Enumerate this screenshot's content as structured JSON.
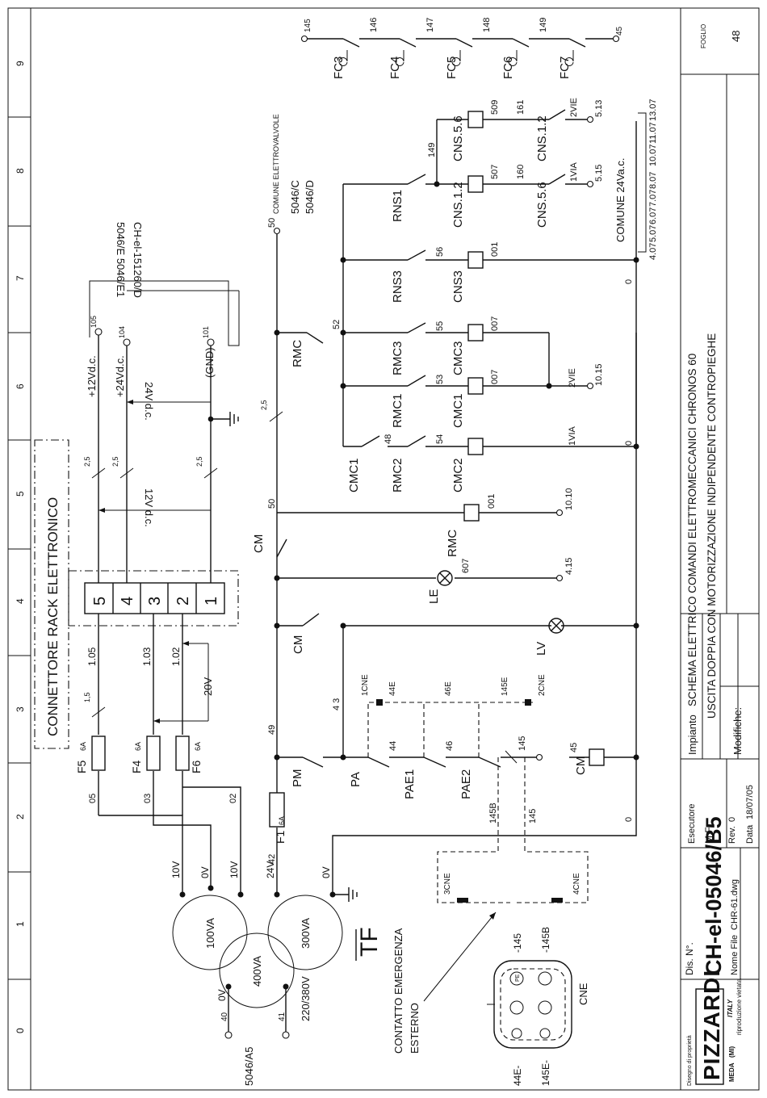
{
  "title_block": {
    "owner_label": "Disegno di proprietà",
    "brand": "PIZZARDI",
    "brand_city": "MEDA",
    "brand_prov": "(MI)",
    "brand_country": "ITALY",
    "copyright_note": "riproduzione vietata",
    "dis_label": "Dis. N°.",
    "drawing_number": "CH-el-05046/B5",
    "file_label": "Nome File",
    "file_name": "CHR-61.dwg",
    "esecutore_label": "Esecutore",
    "esecutore": "M.F.",
    "rev_label": "Rev.",
    "rev": "0",
    "data_label": "Data",
    "date": "18/07/05",
    "impianto_label": "Impianto",
    "description_1": "SCHEMA ELETTRICO COMANDI ELETTROMECCANICI CHRONOS 60",
    "description_2": "USCITA DOPPIA CON MOTORIZZAZIONE INDIPENDENTE CONTROPIEGHE",
    "modifiche_label": "Modifiche:",
    "foglio_label": "FOGLIO",
    "sheet": "48"
  },
  "grid_numbers": [
    "0",
    "1",
    "2",
    "3",
    "4",
    "5",
    "6",
    "7",
    "8",
    "9"
  ],
  "connector": {
    "title": "CONNETTORE RACK ELETTRONICO",
    "pins": [
      "5",
      "4",
      "3",
      "2",
      "1"
    ],
    "pin_wires": [
      "1.05",
      "1.03",
      "1.02"
    ],
    "sec_wire": "1,5"
  },
  "power_supply": {
    "v12": "+12Vd.c.",
    "v24": "+24Vd.c.",
    "gnd": "(GND)",
    "t105": "105",
    "t104": "104",
    "t101": "101",
    "dc24": "24V d.c.",
    "dc12": "12V d.c.",
    "s25": "2,5",
    "ref1": "CH-el-151260/D",
    "ref2": "5046/E 5046/E1",
    "v20": "20V"
  },
  "fuses": {
    "f5": "F5",
    "f4": "F4",
    "f6": "F6",
    "f1": "F1",
    "rating": "6A",
    "w05": "05",
    "w03": "03",
    "w02": "02"
  },
  "transformer": {
    "label": "TF",
    "va100": "100VA",
    "va400": "400VA",
    "va300": "300VA",
    "v10a": "10V",
    "v0a": "0V",
    "v10b": "10V",
    "v24": "24V",
    "v0b": "0V",
    "v0c": "0V",
    "mains": "220/380V",
    "t40": "40",
    "t41": "41",
    "ref": "5046/A5"
  },
  "emergency": {
    "label1": "CONTATTO EMERGENZA",
    "label2": "ESTERNO",
    "cne": "CNE",
    "c3": "3CNE",
    "c4": "4CNE",
    "c1": "1CNE",
    "c2": "2CNE",
    "p145": "-145",
    "p145b": "-145B",
    "p44e": "44E-",
    "p145e": "145E-",
    "w145b": "145B",
    "w145": "145",
    "pe": "PE"
  },
  "wires": {
    "w42": "42",
    "w49": "49",
    "w43": "4 3",
    "w44": "44",
    "w46": "46",
    "w145": "145",
    "w45": "45",
    "w0": "0",
    "w50": "50",
    "w44e": "44E",
    "w46e": "46E",
    "w145e": "145E",
    "w607": "607",
    "w415": "4.15",
    "w001": "001",
    "w1010": "10.10",
    "w48": "48",
    "w52": "52",
    "w54": "54",
    "w53": "53",
    "w55": "55",
    "w007": "007",
    "w1via": "1VIA",
    "w2vie": "2VIE",
    "w1015": "10.15",
    "w56": "56",
    "w149": "149",
    "w507": "507",
    "w509": "509",
    "w160": "160",
    "w161": "161",
    "w515": "5.15",
    "w513": "5.13",
    "w25": "2,5",
    "w50t": "50"
  },
  "components": {
    "pm": "PM",
    "pa": "PA",
    "pae1": "PAE1",
    "pae2": "PAE2",
    "cm": "CM",
    "lv": "LV",
    "le": "LE",
    "rmc": "RMC",
    "cmc1": "CMC1",
    "cmc2": "CMC2",
    "cmc3": "CMC3",
    "rmc1": "RMC1",
    "rmc2": "RMC2",
    "rmc3": "RMC3",
    "rns1": "RNS1",
    "rns3": "RNS3",
    "cns3": "CNS3",
    "cns12": "CNS.1.2",
    "cns56": "CNS.5.6"
  },
  "valves": {
    "comune": "COMUNE ELETTROVALVOLE",
    "r1": "5046/C",
    "r2": "5046/D",
    "comune24": "COMUNE 24Va.c.",
    "refs": [
      "4.07",
      "5.07",
      "6.07",
      "7.07",
      "8.07",
      "10.07",
      "11.07",
      "13.07"
    ]
  },
  "limits": {
    "labels": [
      "FC3",
      "FC4",
      "FC5",
      "FC6",
      "FC7"
    ],
    "wires": [
      "145",
      "146",
      "147",
      "148",
      "149",
      "45"
    ]
  }
}
